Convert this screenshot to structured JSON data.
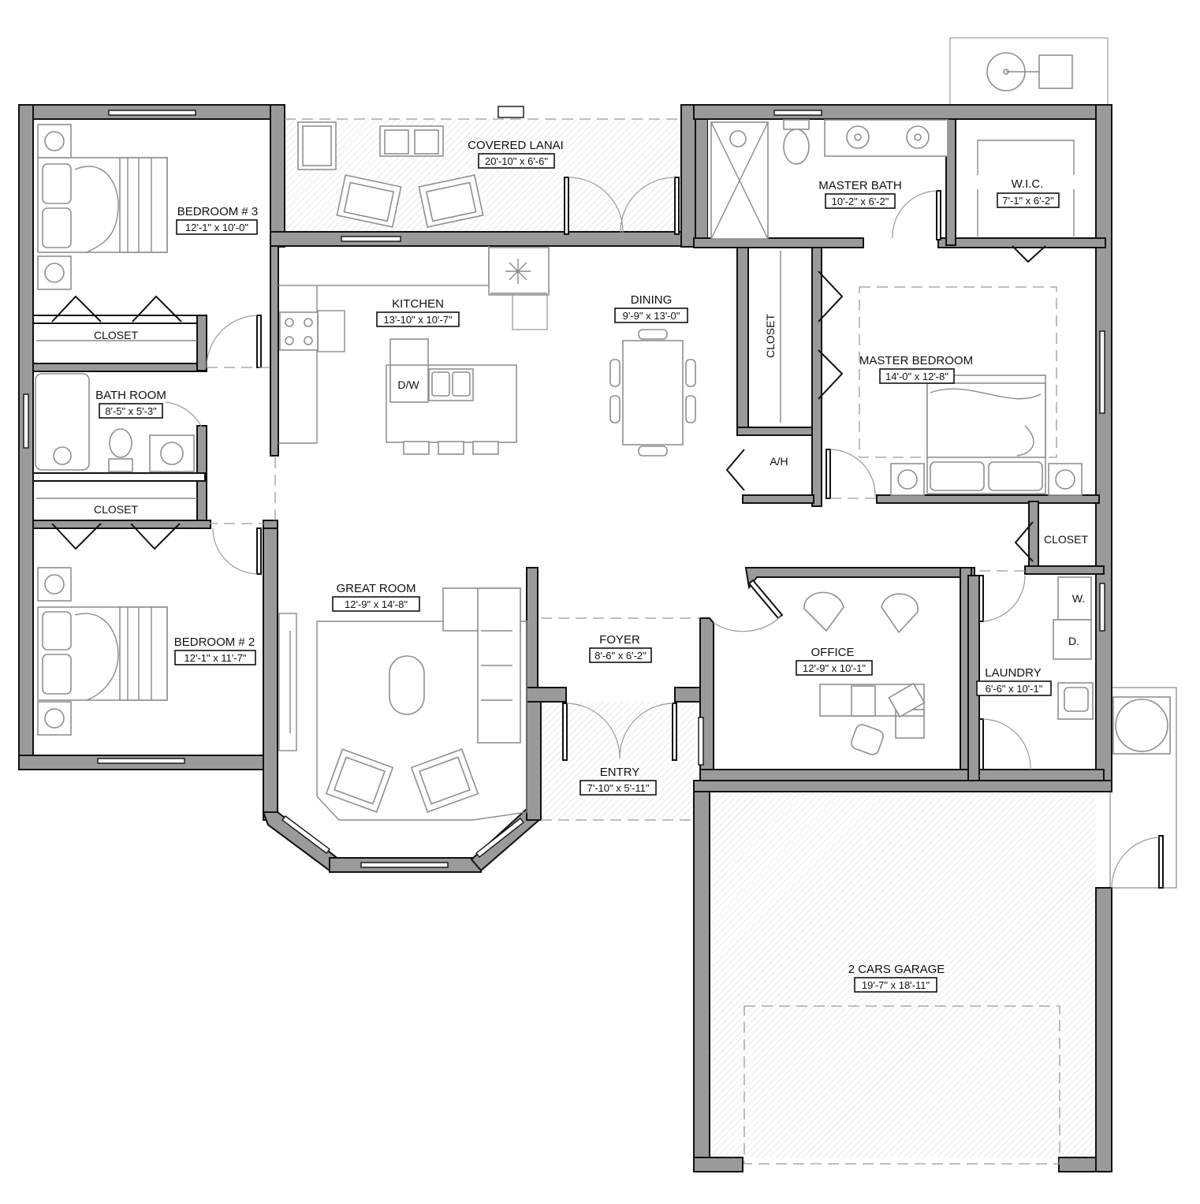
{
  "rooms": {
    "bedroom3": {
      "name": "BEDROOM # 3",
      "dim": "12'-1\" x 10'-0\""
    },
    "covered_lanai": {
      "name": "COVERED LANAI",
      "dim": "20'-10\" x 6'-6\""
    },
    "master_bath": {
      "name": "MASTER BATH",
      "dim": "10'-2\" x 6'-2\""
    },
    "wic": {
      "name": "W.I.C.",
      "dim": "7'-1\" x 6'-2\""
    },
    "kitchen": {
      "name": "KITCHEN",
      "dim": "13'-10\" x 10'-7\""
    },
    "dining": {
      "name": "DINING",
      "dim": "9'-9\" x 13'-0\""
    },
    "master_bedroom": {
      "name": "MASTER BEDROOM",
      "dim": "14'-0\" x 12'-8\""
    },
    "bath_room": {
      "name": "BATH ROOM",
      "dim": "8'-5\" x 5'-3\""
    },
    "great_room": {
      "name": "GREAT ROOM",
      "dim": "12'-9\" x 14'-8\""
    },
    "bedroom2": {
      "name": "BEDROOM # 2",
      "dim": "12'-1\" x 11'-7\""
    },
    "foyer": {
      "name": "FOYER",
      "dim": "8'-6\" x 6'-2\""
    },
    "office": {
      "name": "OFFICE",
      "dim": "12'-9\" x 10'-1\""
    },
    "laundry": {
      "name": "LAUNDRY",
      "dim": "6'-6\" x 10'-1\""
    },
    "entry": {
      "name": "ENTRY",
      "dim": "7'-10\" x 5'-11\""
    },
    "garage": {
      "name": "2 CARS GARAGE",
      "dim": "19'-7\" x 18'-11\""
    }
  },
  "labels": {
    "closet": "CLOSET",
    "dw": "D/W",
    "ah": "A/H",
    "washer": "W.",
    "dryer": "D."
  }
}
